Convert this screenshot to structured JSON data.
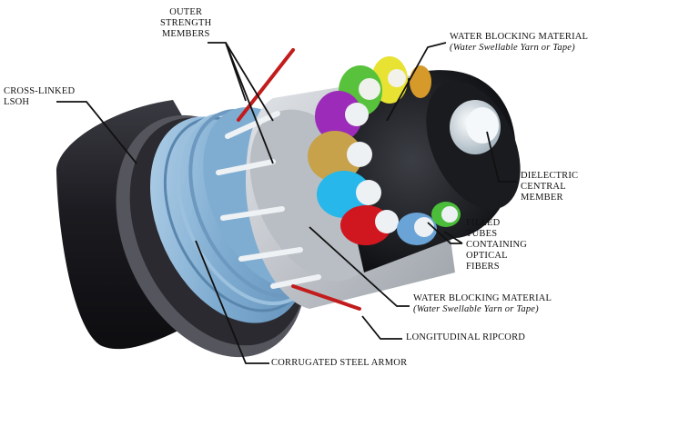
{
  "labels": {
    "outer_strength_1": "OUTER",
    "outer_strength_2": "STRENGTH",
    "outer_strength_3": "MEMBERS",
    "cross_linked_1": "CROSS-LINKED",
    "cross_linked_2": "LSOH",
    "water_top_1": "WATER BLOCKING MATERIAL",
    "water_top_2": "(Water Swellable Yarn or Tape)",
    "dielectric_1": "DIELECTRIC",
    "dielectric_2": "CENTRAL",
    "dielectric_3": "MEMBER",
    "filled_1": "FILLED",
    "filled_2": "TUBES",
    "filled_3": "CONTAINING",
    "filled_4": "OPTICAL",
    "filled_5": "FIBERS",
    "water_bot_1": "WATER BLOCKING MATERIAL",
    "water_bot_2": "(Water Swellable Yarn or Tape)",
    "ripcord": "LONGITUDINAL RIPCORD",
    "armor": "CORRUGATED STEEL ARMOR"
  },
  "colors": {
    "jacket": "#1f1f24",
    "armor": "#8fb6d6",
    "tape": "#c9ccd0",
    "tube_yellow": "#e8e233",
    "tube_green": "#58c23c",
    "tube_purple": "#9b2bb8",
    "tube_orange": "#d59a2a",
    "tube_cyan": "#27b7ea",
    "tube_red": "#d0161f",
    "central_member": "#e6eef2",
    "ripcord": "#c21c1c"
  }
}
